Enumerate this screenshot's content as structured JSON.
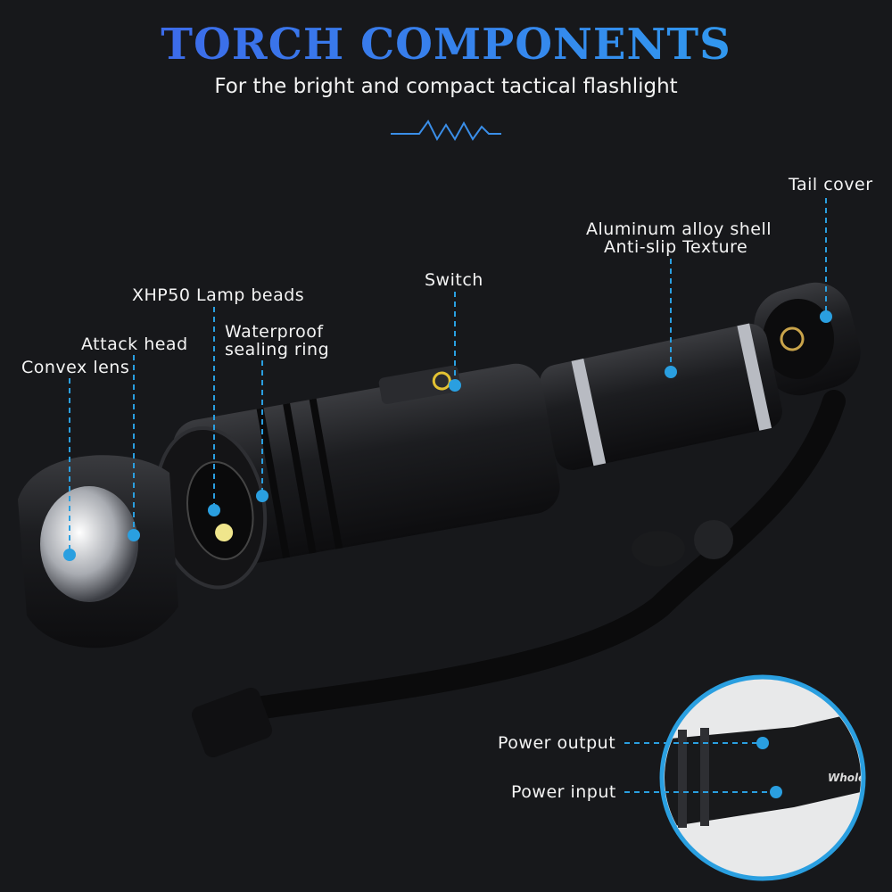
{
  "header": {
    "title": "TORCH COMPONENTS",
    "subtitle": "For the bright and compact tactical flashlight"
  },
  "labels": {
    "tail_cover": "Tail cover",
    "shell_line1": "Aluminum alloy shell",
    "shell_line2": "Anti-slip Texture",
    "switch": "Switch",
    "lamp_beads": "XHP50 Lamp beads",
    "sealing_line1": "Waterproof",
    "sealing_line2": "sealing ring",
    "attack_head": "Attack head",
    "convex_lens": "Convex lens",
    "power_output": "Power output",
    "power_input": "Power input"
  },
  "brand_mark": "WholeFir",
  "colors": {
    "accent": "#2a9fe0",
    "title_start": "#3f5fe8",
    "title_end": "#2ea4f0",
    "background": "#17181b"
  }
}
